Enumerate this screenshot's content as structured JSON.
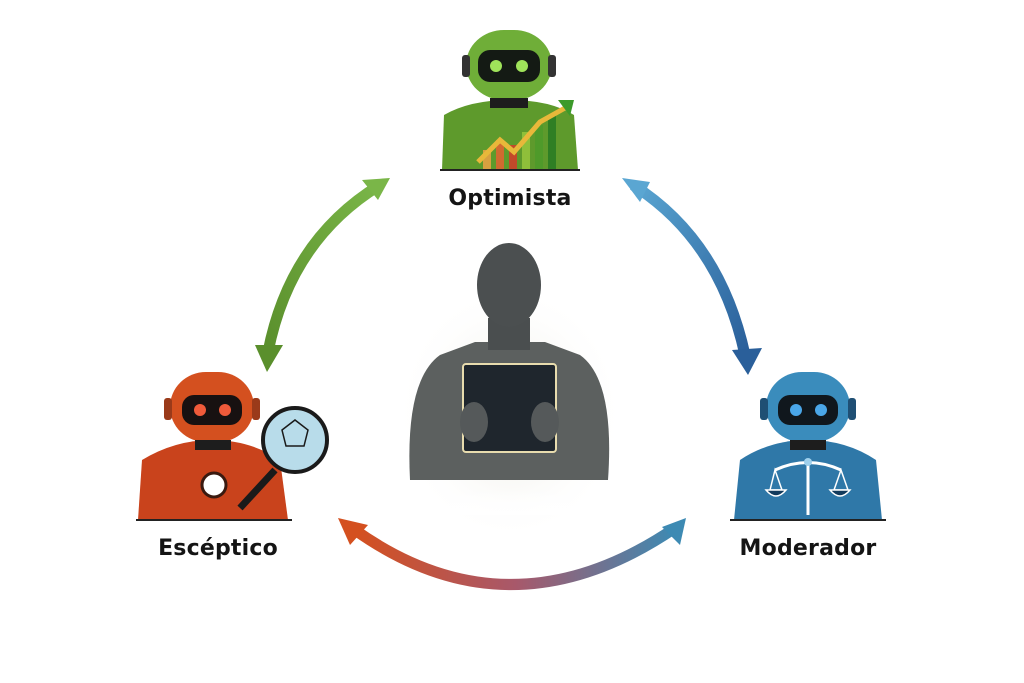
{
  "diagram": {
    "type": "cycle",
    "center": {
      "name": "user",
      "icon": "person-with-tablet-icon"
    },
    "nodes": [
      {
        "id": "optimista",
        "label": "Optimista",
        "color": "#5f9a2e",
        "icon": "robot-with-growth-chart-icon",
        "position": "top"
      },
      {
        "id": "esceptico",
        "label": "Escéptico",
        "color": "#c9431c",
        "icon": "robot-with-magnifying-glass-icon",
        "position": "bottom-left"
      },
      {
        "id": "moderador",
        "label": "Moderador",
        "color": "#2f78a8",
        "icon": "robot-with-scales-icon",
        "position": "bottom-right"
      }
    ],
    "edges": [
      {
        "from": "esceptico",
        "to": "optimista",
        "bidirectional": true,
        "color": "#6aa23a"
      },
      {
        "from": "optimista",
        "to": "moderador",
        "bidirectional": true,
        "color": "#3f86b8"
      },
      {
        "from": "esceptico",
        "to": "moderador",
        "bidirectional": true,
        "color_start": "#c94a22",
        "color_end": "#3a86b0"
      }
    ]
  }
}
